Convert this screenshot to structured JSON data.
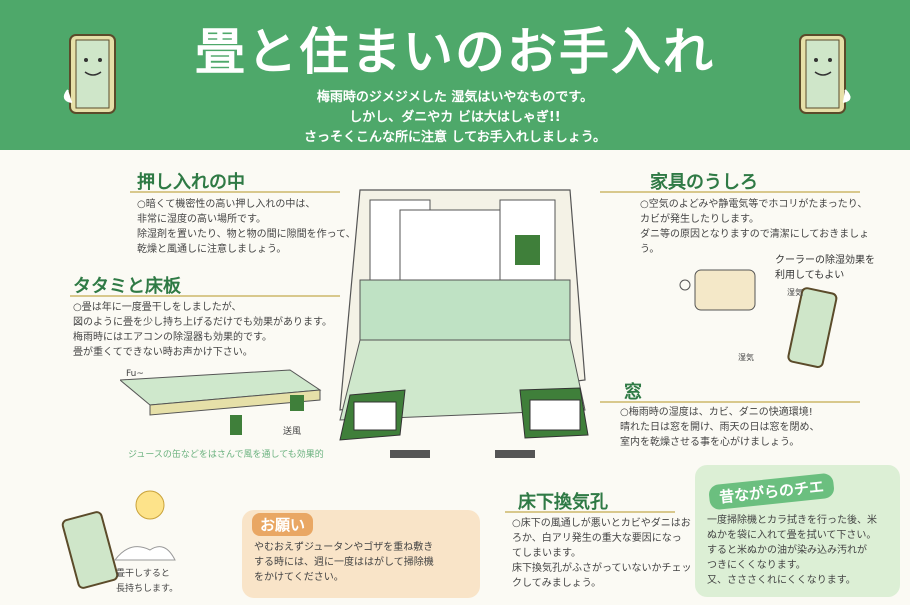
{
  "header": {
    "title": "畳と住まいのお手入れ",
    "subtitle_lines": [
      "梅雨時のジメジメした 湿気はいやなものです。",
      "しかし、ダニやカ ビは大はしゃぎ!!",
      "さっそくこんな所に注意 してお手入れしましょう。"
    ]
  },
  "sections": {
    "closet": {
      "heading": "押し入れの中",
      "body": "○暗くて機密性の高い押し入れの中は、\n  非常に湿度の高い場所です。\n  除湿剤を置いたり、物と物の間に隙間を作って、\n  乾燥と風通しに注意しましょう。"
    },
    "furniture": {
      "heading": "家具のうしろ",
      "body": "○空気のよどみや静電気等でホコリがたまったり、\n  カビが発生したりします。\n  ダニ等の原因となりますので清潔にしておきましょう。"
    },
    "tatami": {
      "heading": "タタミと床板",
      "body": "○畳は年に一度畳干しをしましたが、\n  図のように畳を少し持ち上げるだけでも効果があります。\n  梅雨時にはエアコンの除湿器も効果的です。\n  畳が重くてできない時お声かけ下さい。"
    },
    "window": {
      "heading": "窓",
      "body": "○梅雨時の湿度は、カビ、ダニの快適環境!\n  晴れた日は窓を開け、雨天の日は窓を閉め、\n  室内を乾燥させる事を心がけましょう。"
    },
    "vent": {
      "heading": "床下換気孔",
      "body": "○床下の風通しが悪いとカビやダニはお\n  ろか、白アリ発生の重大な要因になっ\n  てしまいます。\n  床下換気孔がふさがっていないかチェッ\n  クしてみましょう。"
    }
  },
  "illustration": {
    "aircon_note": "クーラーの除湿効果を\n利用してもよい",
    "juice_note": "ジュースの缶などをはさんで風を通しても効果的",
    "breeze_label": "送風",
    "sun_note": "畳干しすると\n長持ちします。",
    "wind_label": "Fu~",
    "humidity_label": "湿気",
    "mold_label": "湿気"
  },
  "request": {
    "title": "お願い",
    "body": "やむおえずジュータンやゴザを重ね敷き\nする時には、週に一度ははがして掃除機\nをかけてください。"
  },
  "wisdom": {
    "title": "昔ながらのチエ",
    "body": "一度掃除機とカラ拭きを行った後、米\nぬかを袋に入れて畳を拭いて下さい。\nすると米ぬかの油が染み込み汚れが\nつきにくくなります。\n又、さささくれにくくなります。"
  },
  "colors": {
    "banner": "#4ea86a",
    "heading": "#2f7a45",
    "room_green": "#bfe2c4",
    "room_dark": "#3f7f3a",
    "request_bg": "#f9e4c8",
    "wisdom_bg": "#dcefd5"
  }
}
